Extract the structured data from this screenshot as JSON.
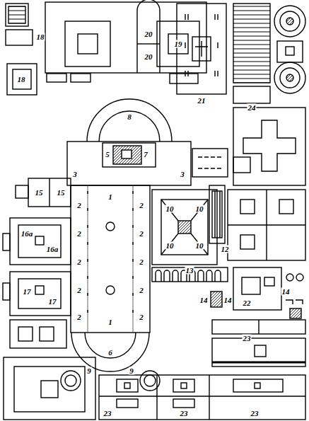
{
  "diagram": {
    "labels": [
      "18",
      "18",
      "20",
      "20",
      "19",
      "21",
      "24",
      "8",
      "5",
      "7",
      "3",
      "3",
      "15",
      "15",
      "1",
      "2",
      "2",
      "2",
      "2",
      "2",
      "2",
      "2",
      "2",
      "2",
      "2",
      "16a",
      "16a",
      "10",
      "10",
      "10",
      "10",
      "12",
      "13",
      "14",
      "14",
      "14",
      "17",
      "17",
      "22",
      "1",
      "6",
      "9",
      "9",
      "23",
      "23",
      "23",
      "23"
    ]
  }
}
